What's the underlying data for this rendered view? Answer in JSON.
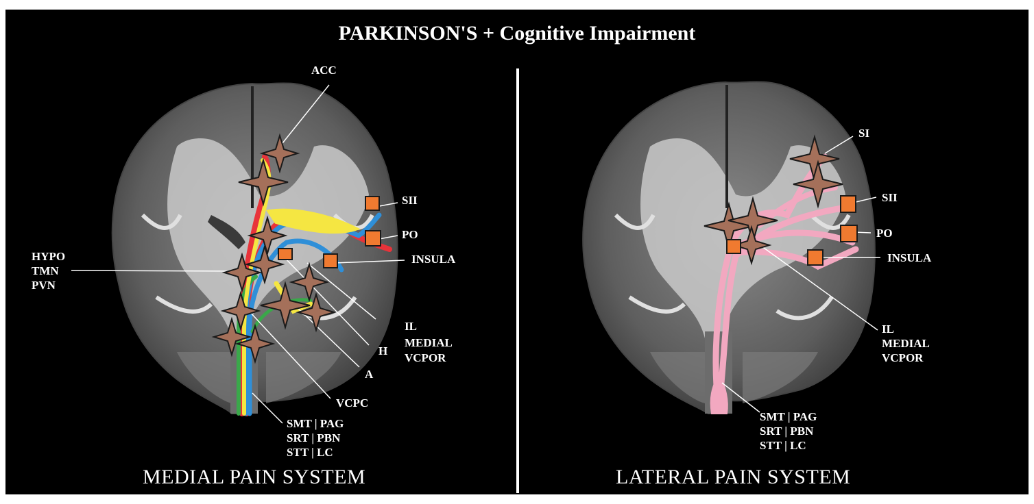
{
  "title": "PARKINSON'S + Cognitive Impairment",
  "medial": {
    "title": "MEDIAL PAIN SYSTEM",
    "labels": {
      "acc": "ACC",
      "sii": "SII",
      "po": "PO",
      "insula": "INSULA",
      "hypo": "HYPO",
      "tmn": "TMN",
      "pvn": "PVN",
      "il": "IL",
      "medial": "MEDIAL",
      "vcpor": "VCPOR",
      "h": "H",
      "a": "A",
      "vcpc": "VCPC",
      "smt": "SMT | PAG",
      "srt": "SRT | PBN",
      "stt": "STT | LC"
    }
  },
  "lateral": {
    "title": "LATERAL PAIN SYSTEM",
    "labels": {
      "si": "SI",
      "sii": "SII",
      "po": "PO",
      "insula": "INSULA",
      "il": "IL",
      "medial": "MEDIAL",
      "vcpor": "VCPOR",
      "smt": "SMT | PAG",
      "srt": "SRT | PBN",
      "stt": "STT | LC"
    }
  },
  "colors": {
    "background": "#000000",
    "star_fill": "#a5705a",
    "square_fill": "#f07a30",
    "tract_red": "#e8333a",
    "tract_blue": "#2f8fd8",
    "tract_yellow": "#f5e642",
    "tract_green": "#3aa84a",
    "tract_pink": "#f2a8c0",
    "brain_white": "#d8d8d8",
    "brain_gray": "#6a6a6a"
  }
}
